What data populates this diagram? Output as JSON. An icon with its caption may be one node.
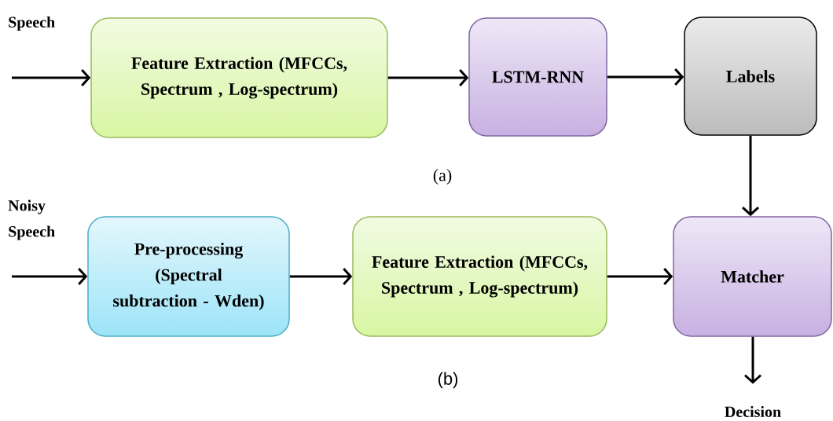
{
  "diagram": {
    "nodes": [
      {
        "text": [
          "Speech"
        ]
      },
      {
        "text": [
          "Feature Extraction (MFCCs, Spectrum , Log-spectrum)"
        ]
      },
      {
        "text": [
          "LSTM-RNN"
        ]
      },
      {
        "text": [
          "Labels"
        ]
      },
      {
        "text": [
          "Noisy Speech"
        ]
      },
      {
        "text": [
          "Pre-processing (Spectral subtraction - Wden)"
        ]
      },
      {
        "text": [
          "Feature Extraction (MFCCs, Spectrum , Log-spectrum)"
        ]
      },
      {
        "text": [
          "Matcher"
        ]
      },
      {
        "text": [
          "Decision"
        ]
      }
    ],
    "edges": [
      {
        "from": 0,
        "to": 1,
        "arrow": "to"
      },
      {
        "from": 1,
        "to": 2,
        "arrow": "to"
      },
      {
        "from": 2,
        "to": 3,
        "arrow": "to"
      },
      {
        "from": 3,
        "to": 7,
        "arrow": "to"
      },
      {
        "from": 4,
        "to": 5,
        "arrow": "to"
      },
      {
        "from": 5,
        "to": 6,
        "arrow": "to"
      },
      {
        "from": 6,
        "to": 7,
        "arrow": "to"
      },
      {
        "from": 7,
        "to": 8,
        "arrow": "to"
      }
    ],
    "labels": [
      "(a)",
      "(b)"
    ]
  }
}
